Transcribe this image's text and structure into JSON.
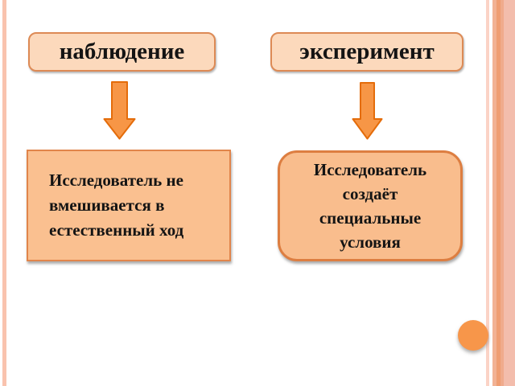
{
  "diagram": {
    "methods": [
      {
        "id": "observation",
        "label": "наблюдение"
      },
      {
        "id": "experiment",
        "label": "эксперимент"
      }
    ],
    "descriptions": {
      "observation": {
        "lines": [
          "Исследователь не",
          "вмешивается в",
          "естественный ход"
        ]
      },
      "experiment": {
        "lines": [
          "Исследователь",
          "создаёт",
          "специальные",
          "условия"
        ]
      }
    },
    "icons": {
      "arrow_left": "down-arrow",
      "arrow_right": "down-arrow",
      "circle": "circle-accent"
    },
    "colors": {
      "label_box_fill": "#fcd9bc",
      "desc_box_fill": "#fac090",
      "box_border": "#dd8a55",
      "arrow_fill": "#f79646",
      "arrow_border": "#e46c0a",
      "circle_fill": "#f7964a",
      "left_stripe": "#f9c3ae",
      "right_stripe_dark": "#ef9e73",
      "right_stripe_light": "#f3bdac",
      "text": "#141414"
    }
  }
}
